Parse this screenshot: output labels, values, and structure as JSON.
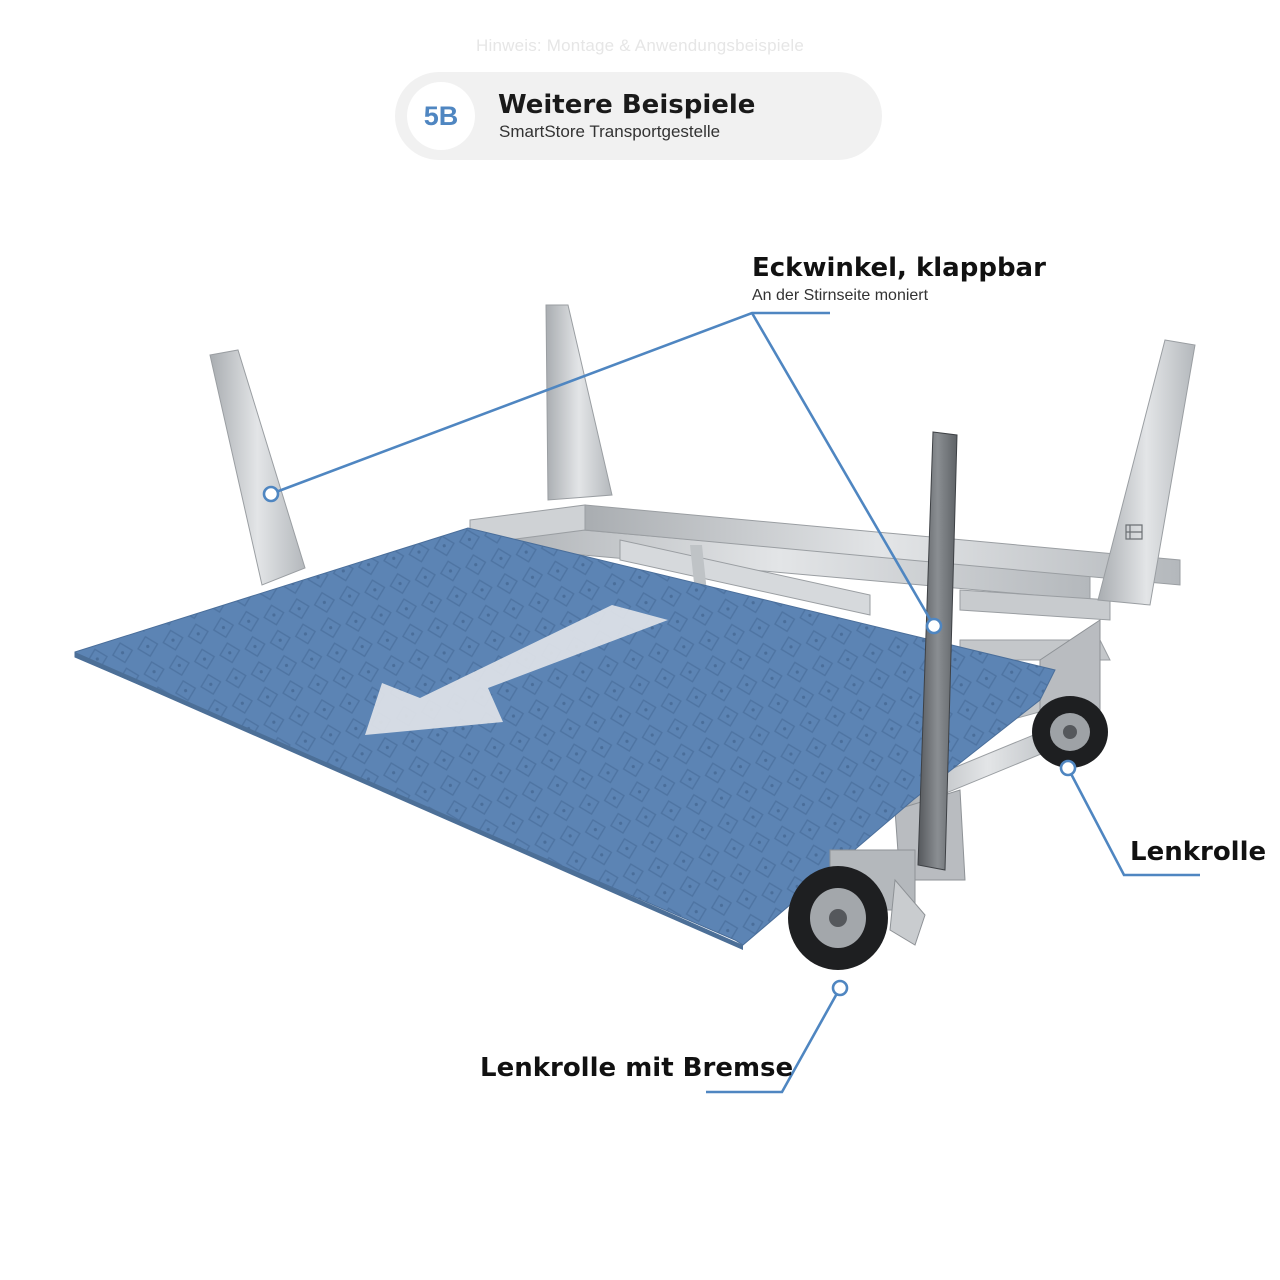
{
  "header": {
    "hint": "Hinweis: Montage & Anwendungsbeispiele",
    "badge_number": "5B",
    "title": "Weitere Beispiele",
    "subtitle": "SmartStore Transportgestelle"
  },
  "callouts": {
    "corner": {
      "title": "Eckwinkel, klappbar",
      "subtitle": "An der Stirnseite moniert"
    },
    "caster": {
      "title": "Lenkrolle"
    },
    "caster_brake": {
      "title": "Lenkrolle mit Bremse"
    }
  },
  "colors": {
    "accent": "#4f86c1",
    "plate": "#5c84b4",
    "steel": "#c9cccf",
    "badge_bg": "#f1f1f1"
  },
  "icons": [
    "arrow-icon",
    "corner-bracket",
    "caster-wheel"
  ]
}
